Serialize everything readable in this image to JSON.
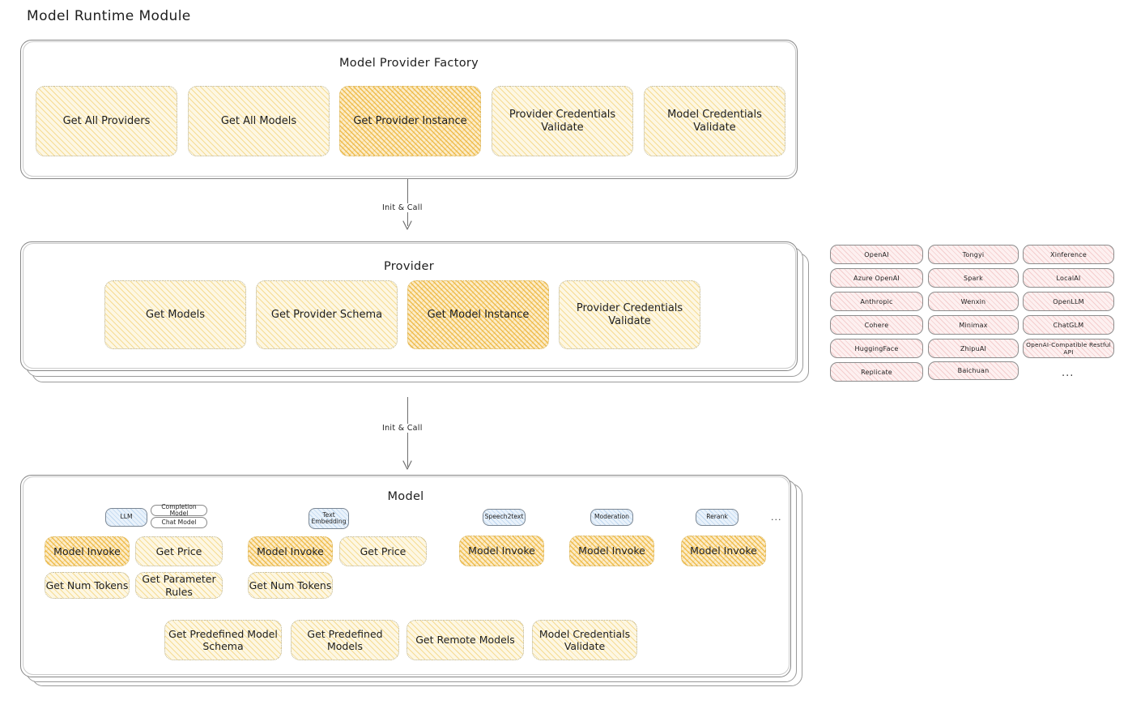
{
  "title": "Model Runtime Module",
  "factory": {
    "title": "Model Provider Factory",
    "nodes": [
      {
        "label": "Get All Providers",
        "highlight": false
      },
      {
        "label": "Get All Models",
        "highlight": false
      },
      {
        "label": "Get Provider Instance",
        "highlight": true
      },
      {
        "label": "Provider Credentials Validate",
        "highlight": false
      },
      {
        "label": "Model Credentials Validate",
        "highlight": false
      }
    ]
  },
  "arrows": [
    {
      "label": "Init & Call"
    },
    {
      "label": "Init & Call"
    }
  ],
  "provider": {
    "title": "Provider",
    "nodes": [
      {
        "label": "Get Models",
        "highlight": false
      },
      {
        "label": "Get Provider Schema",
        "highlight": false
      },
      {
        "label": "Get Model Instance",
        "highlight": true
      },
      {
        "label": "Provider Credentials Validate",
        "highlight": false
      }
    ]
  },
  "provider_list": {
    "columns": [
      {
        "items": [
          "OpenAI",
          "Azure OpenAI",
          "Anthropic",
          "Cohere",
          "HuggingFace",
          "Replicate"
        ]
      },
      {
        "items": [
          "Tongyi",
          "Spark",
          "Wenxin",
          "Minimax",
          "ZhipuAI",
          "Baichuan"
        ]
      },
      {
        "items": [
          "Xinference",
          "LocalAI",
          "OpenLLM",
          "ChatGLM",
          "OpenAI-Compatible Restful API"
        ]
      }
    ],
    "more": "..."
  },
  "model": {
    "title": "Model",
    "more": "...",
    "groups": [
      {
        "badge": "LLM",
        "sub_badges": [
          "Completion Model",
          "Chat Model"
        ],
        "nodes": [
          {
            "label": "Model Invoke",
            "highlight": true
          },
          {
            "label": "Get Price",
            "highlight": false
          },
          {
            "label": "Get Num Tokens",
            "highlight": false
          },
          {
            "label": "Get Parameter Rules",
            "highlight": false
          }
        ]
      },
      {
        "badge": "Text Embedding",
        "sub_badges": [],
        "nodes": [
          {
            "label": "Model Invoke",
            "highlight": true
          },
          {
            "label": "Get Price",
            "highlight": false
          },
          {
            "label": "Get Num Tokens",
            "highlight": false
          }
        ]
      },
      {
        "badge": "Speech2text",
        "sub_badges": [],
        "nodes": [
          {
            "label": "Model Invoke",
            "highlight": true
          }
        ]
      },
      {
        "badge": "Moderation",
        "sub_badges": [],
        "nodes": [
          {
            "label": "Model Invoke",
            "highlight": true
          }
        ]
      },
      {
        "badge": "Rerank",
        "sub_badges": [],
        "nodes": [
          {
            "label": "Model Invoke",
            "highlight": true
          }
        ]
      }
    ],
    "common_nodes": [
      {
        "label": "Get Predefined Model Schema"
      },
      {
        "label": "Get Predefined Models"
      },
      {
        "label": "Get Remote Models"
      },
      {
        "label": "Model Credentials Validate"
      }
    ]
  },
  "colors": {
    "node_fill": "#fdf7e3",
    "node_highlight_fill": "#fcecc8",
    "badge_fill": "#e9f2fb",
    "chip_fill": "#fdf0f0",
    "stroke": "#1e1e1e"
  }
}
